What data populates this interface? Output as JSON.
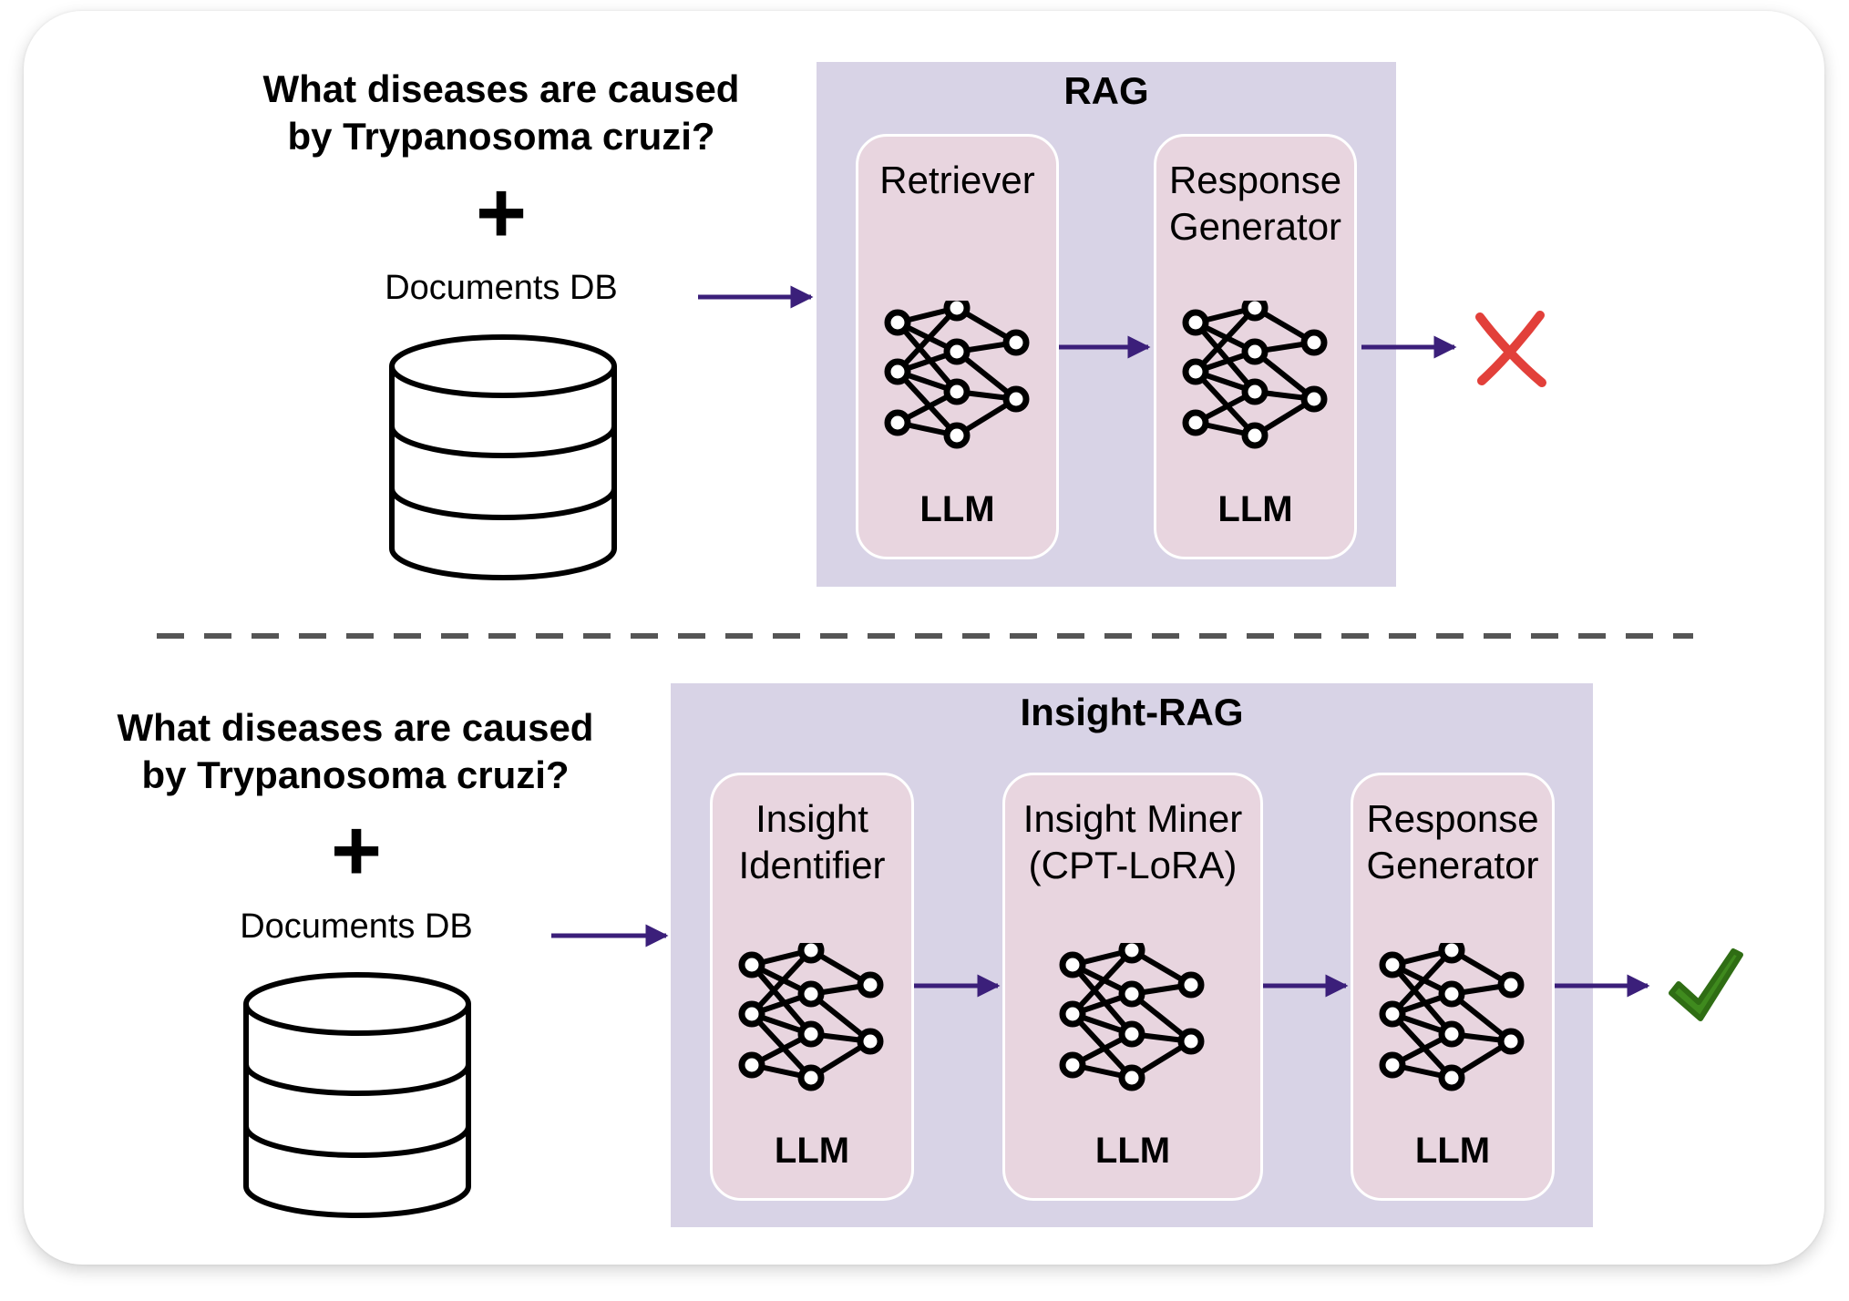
{
  "rag": {
    "question": "What diseases are caused\nby Trypanosoma cruzi?",
    "plus": "+",
    "documents_label": "Documents DB",
    "title": "RAG",
    "modules": [
      {
        "title": "Retriever",
        "sub": "LLM"
      },
      {
        "title": "Response\nGenerator",
        "sub": "LLM"
      }
    ],
    "outcome_icon": "cross-icon",
    "outcome_color": "#e2403a"
  },
  "insight_rag": {
    "question": "What diseases are caused\nby Trypanosoma cruzi?",
    "plus": "+",
    "documents_label": "Documents DB",
    "title": "Insight-RAG",
    "modules": [
      {
        "title": "Insight\nIdentifier",
        "sub": "LLM"
      },
      {
        "title": "Insight Miner\n(CPT-LoRA)",
        "sub": "LLM"
      },
      {
        "title": "Response\nGenerator",
        "sub": "LLM"
      }
    ],
    "outcome_icon": "checkmark-icon",
    "outcome_color": "#3f8a1e"
  },
  "colors": {
    "panel": "#d8d3e6",
    "module": "#e8d5df",
    "arrow": "#3b1f7a",
    "divider": "#555555"
  }
}
